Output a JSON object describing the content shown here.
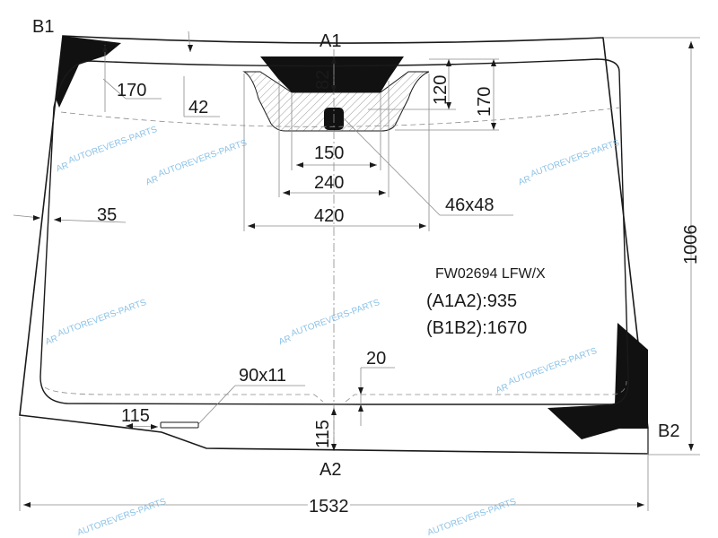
{
  "labels": {
    "b1": "B1",
    "b2": "B2",
    "a1": "A1",
    "a2": "A2"
  },
  "dimensions": {
    "d82": "82",
    "d120": "120",
    "d170_right": "170",
    "d170_left": "170",
    "d42": "42",
    "d150": "150",
    "d240": "240",
    "d420": "420",
    "d46x48": "46x48",
    "d35": "35",
    "d1006": "1006",
    "d20": "20",
    "d90x11": "90x11",
    "d115_left": "115",
    "d115_bottom": "115",
    "d1532": "1532"
  },
  "info": {
    "part_number": "FW02694 LFW/X",
    "a1a2": "(A1A2):935",
    "b1b2": "(B1B2):1670"
  },
  "watermark": {
    "text": "AUTOREVERS-PARTS",
    "logo": "AR"
  },
  "colors": {
    "outline": "#1a1a1a",
    "watermark": "#6fb3e0"
  }
}
